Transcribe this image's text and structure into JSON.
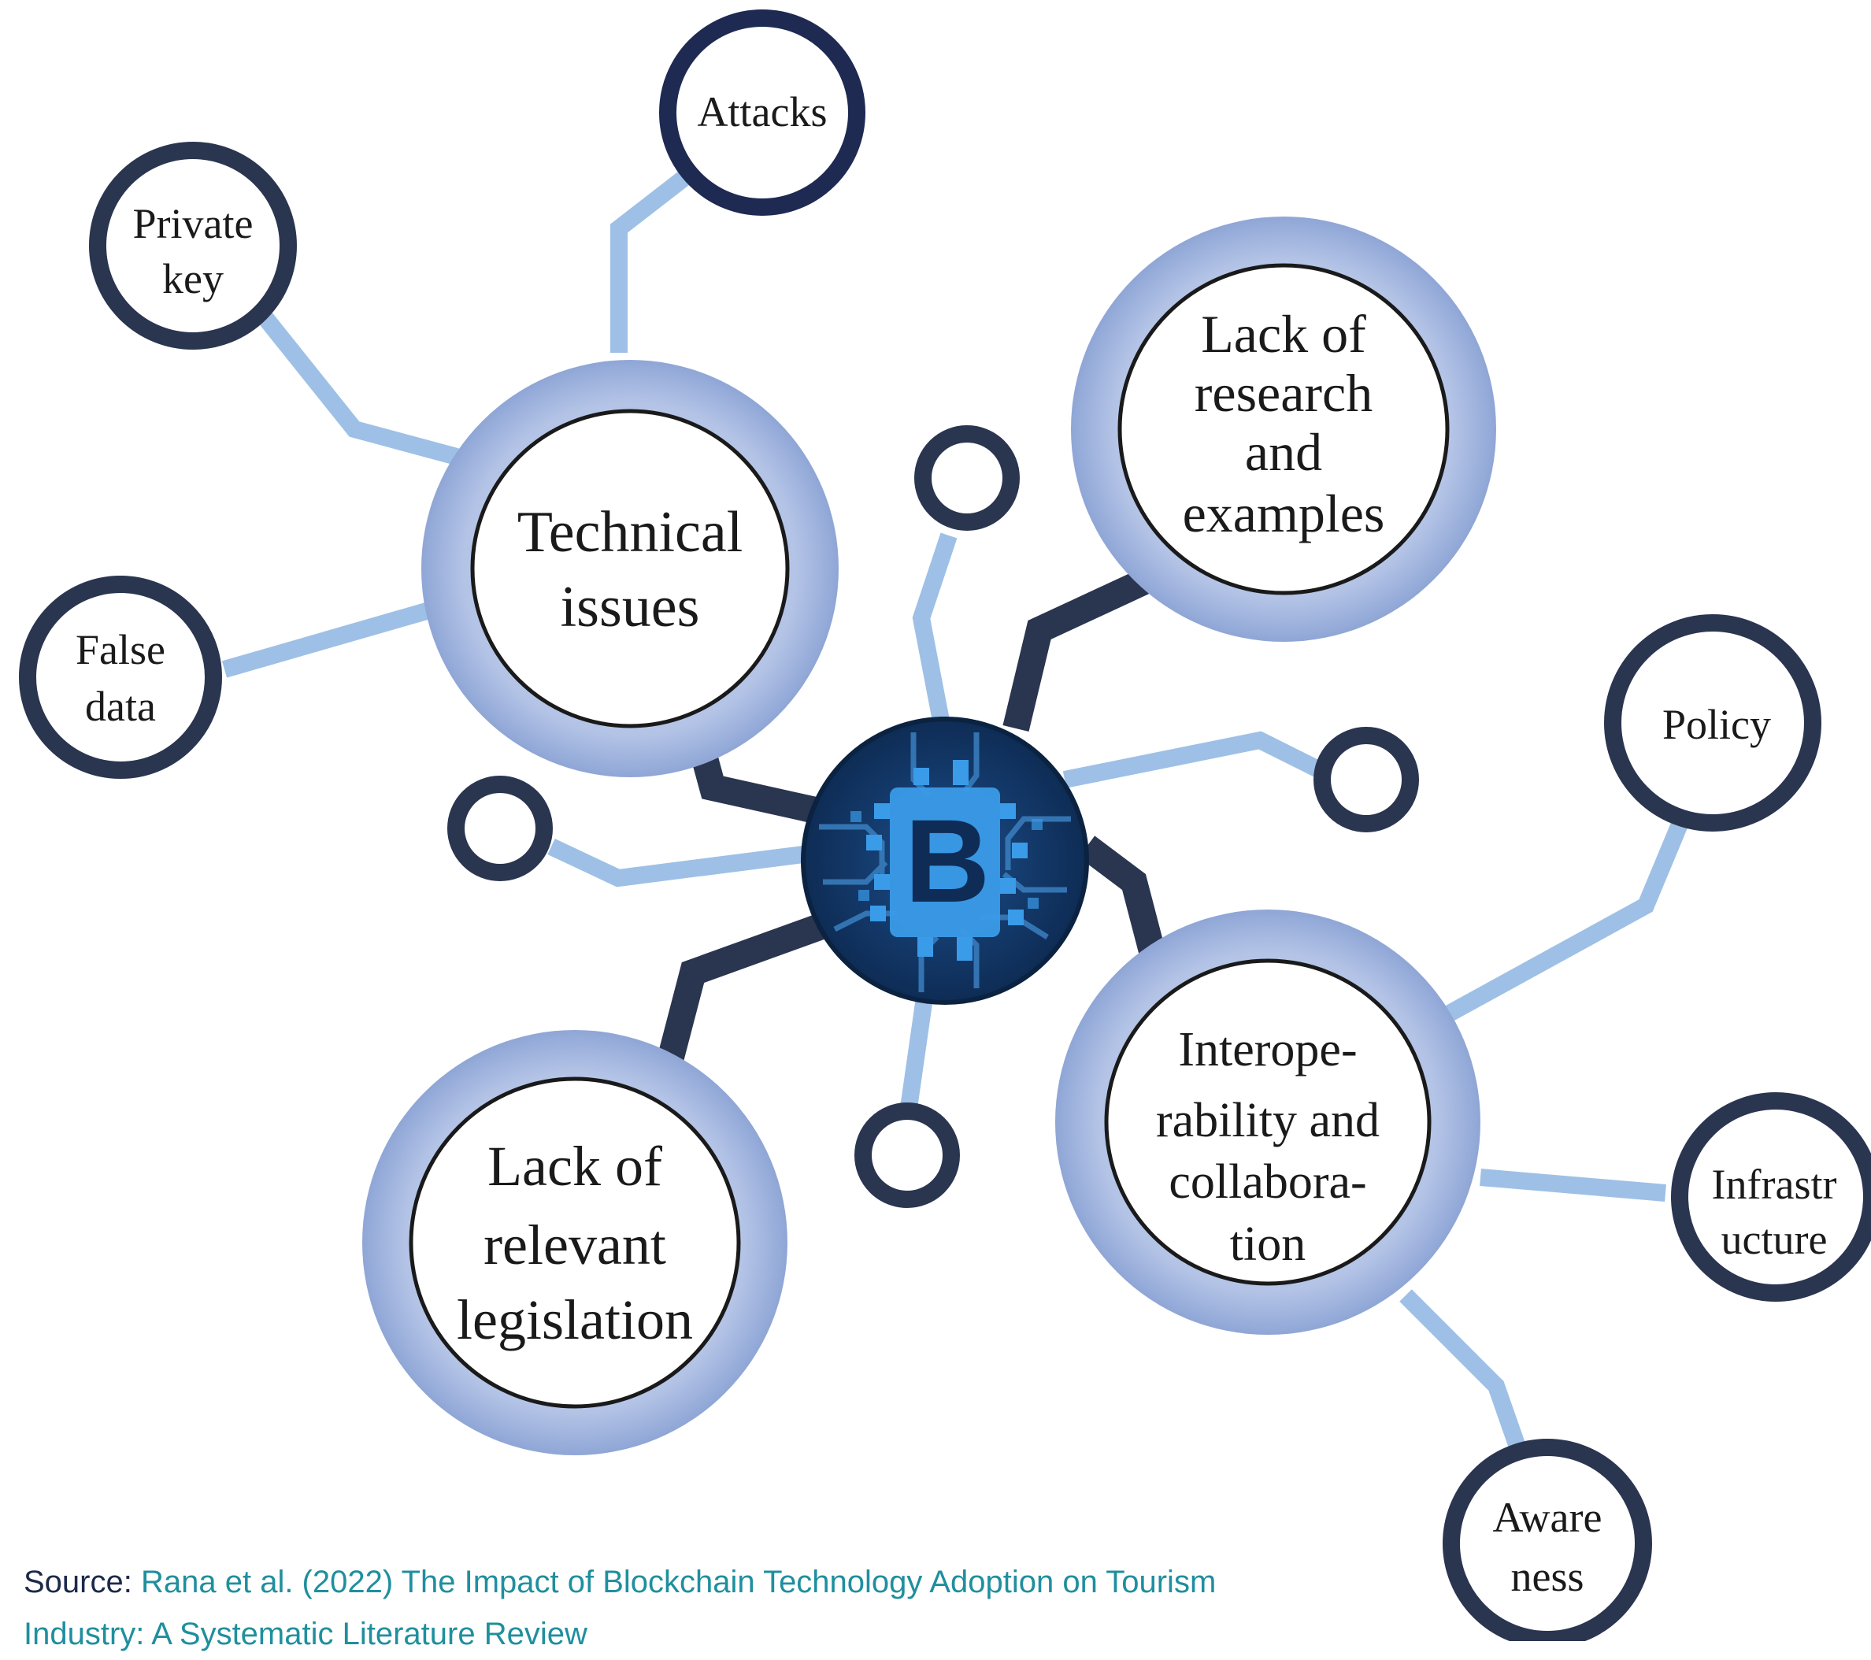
{
  "diagram": {
    "center": {
      "name": "blockchain-bitcoin-circuit-icon",
      "letter": "B"
    },
    "main_nodes": [
      {
        "id": "technical-issues",
        "lines": [
          "Technical",
          "issues"
        ]
      },
      {
        "id": "lack-research",
        "lines": [
          "Lack of",
          "research",
          "and",
          "examples"
        ]
      },
      {
        "id": "interoperability",
        "lines": [
          "Interope-",
          "rability and",
          "collabora-",
          "tion"
        ]
      },
      {
        "id": "lack-legislation",
        "lines": [
          "Lack of",
          "relevant",
          "legislation"
        ]
      }
    ],
    "leaf_nodes": [
      {
        "id": "attacks",
        "lines": [
          "Attacks"
        ]
      },
      {
        "id": "private-key",
        "lines": [
          "Private",
          "key"
        ]
      },
      {
        "id": "false-data",
        "lines": [
          "False",
          "data"
        ]
      },
      {
        "id": "policy",
        "lines": [
          "Policy"
        ]
      },
      {
        "id": "infrastructure",
        "lines": [
          "Infrastr",
          "ucture"
        ]
      },
      {
        "id": "awareness",
        "lines": [
          "Aware",
          "ness"
        ]
      }
    ],
    "colors": {
      "dark_navy": "#2a3550",
      "light_blue": "#9ec0e6",
      "ring_blue": "#b3c3e6",
      "center_fill": "#143a6b",
      "bitcoin_blue": "#3a9be8"
    }
  },
  "source": {
    "prefix": "Source:",
    "link_text": "Rana et al. (2022) The Impact of Blockchain Technology Adoption on Tourism Industry: A Systematic Literature Review"
  }
}
